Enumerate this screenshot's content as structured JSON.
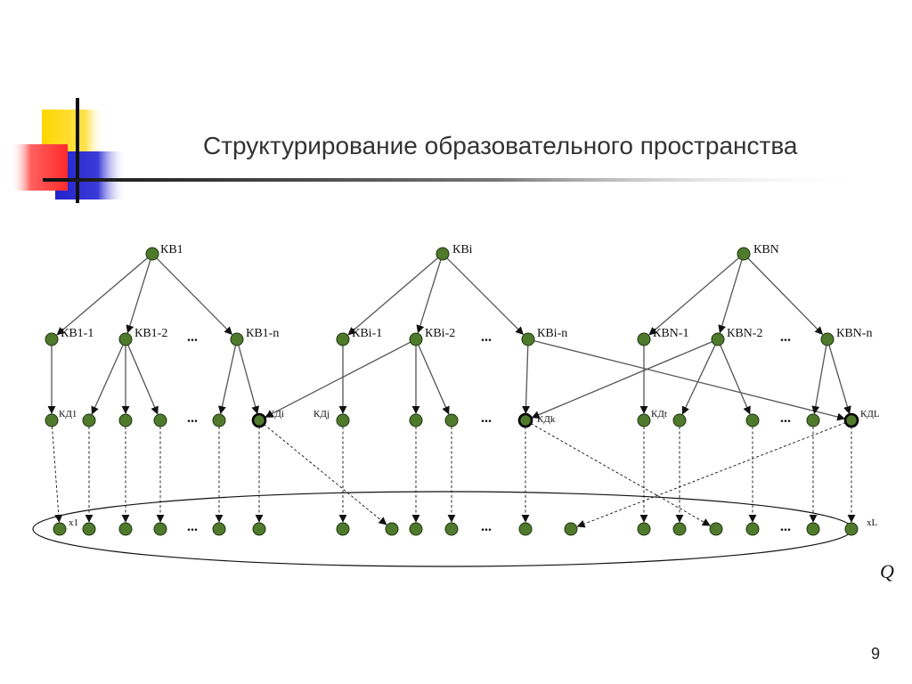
{
  "slide": {
    "title": "Структурирование образовательного пространства",
    "page_number": "9"
  },
  "diagram": {
    "set_label": "Q",
    "ellipsis": "...",
    "colors": {
      "node_fill": "#4f7a2c",
      "node_stroke": "#1d3310",
      "edge": "#555555"
    },
    "roots": [
      {
        "id": "r1",
        "label": "КВ1"
      },
      {
        "id": "r2",
        "label": "КВi"
      },
      {
        "id": "r3",
        "label": "КВN"
      }
    ],
    "mid": [
      {
        "id": "m1",
        "label": "КВ1-1"
      },
      {
        "id": "m2",
        "label": "КВ1-2"
      },
      {
        "id": "m3",
        "label": "КВ1-n"
      },
      {
        "id": "m4",
        "label": "КВi-1"
      },
      {
        "id": "m5",
        "label": "КВi-2"
      },
      {
        "id": "m6",
        "label": "КВi-n"
      },
      {
        "id": "m7",
        "label": "КВN-1"
      },
      {
        "id": "m8",
        "label": "КВN-2"
      },
      {
        "id": "m9",
        "label": "КВN-n"
      }
    ],
    "competence_labels": {
      "kd1": "КД1",
      "kdi": "КДi",
      "kdj": "КДj",
      "kdk": "КДk",
      "kdt": "КДt",
      "kdl": "КДL"
    },
    "element_labels": {
      "first": "x1",
      "last": "xL"
    }
  }
}
